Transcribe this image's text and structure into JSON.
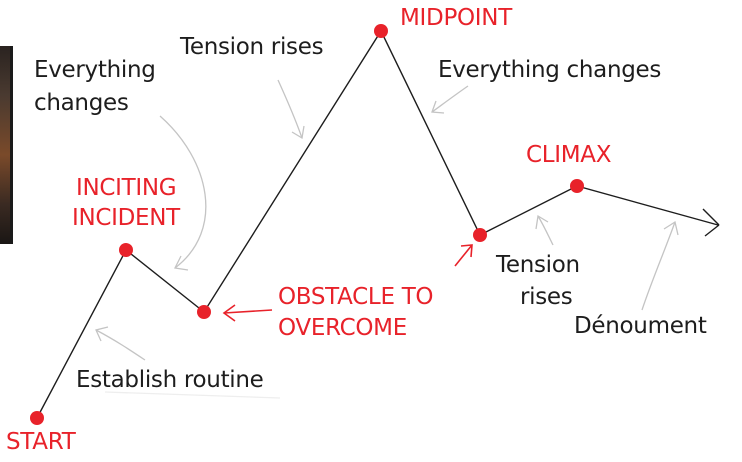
{
  "diagram": {
    "labels": {
      "start": "START",
      "inciting_line1": "INCITING",
      "inciting_line2": "INCIDENT",
      "midpoint": "MIDPOINT",
      "obstacle_line1": "OBSTACLE TO",
      "obstacle_line2": "OVERCOME",
      "climax": "CLIMAX",
      "everything_changes_left_line1": "Everything",
      "everything_changes_left_line2": "changes",
      "tension_rises_top": "Tension rises",
      "everything_changes_right": "Everything changes",
      "tension_rises_right_line1": "Tension",
      "tension_rises_right_line2": "rises",
      "establish_routine": "Establish routine",
      "denouement": "Dénoument"
    },
    "colors": {
      "plot_point": "#e8222a",
      "line": "#1d1d1d",
      "annotation_arrow": "#c8c8c8",
      "highlight_arrow": "#e8222a"
    },
    "icons": {
      "end_arrow": "arrow-right-icon",
      "annotation_arrows": "arrow-icon"
    }
  }
}
